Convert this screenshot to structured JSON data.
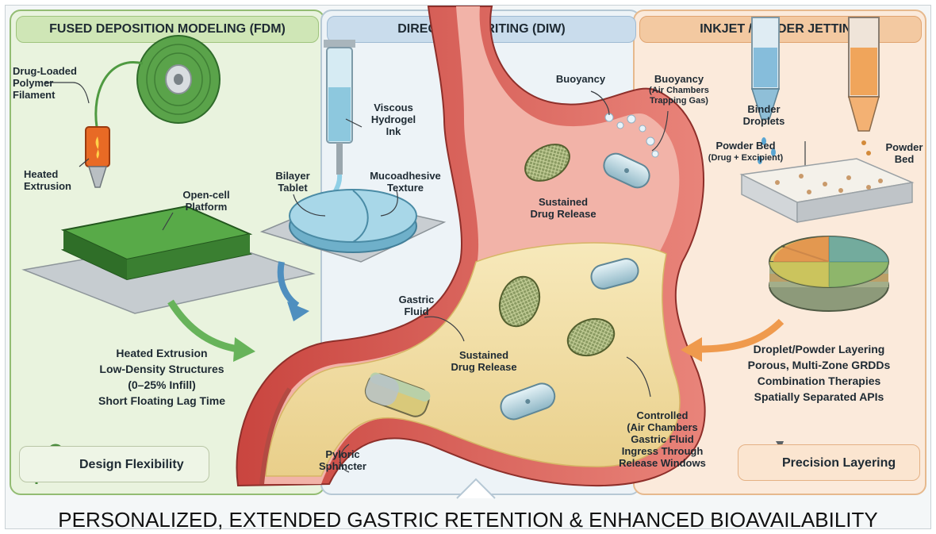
{
  "panels": {
    "fdm": {
      "title": "FUSED DEPOSITION MODELING (FDM)",
      "labels": {
        "filament": "Drug-Loaded\nPolymer\nFilament",
        "heated_extrusion": "Heated\nExtrusion",
        "platform": "Open-cell\nPlatform"
      },
      "features": [
        "Heated Extrusion",
        "Low-Density Structures",
        "(0–25% Infill)",
        "Short Floating Lag Time"
      ],
      "badge": "Design Flexibility"
    },
    "diw": {
      "title": "DIRECT INK WRITING (DIW)",
      "labels": {
        "ink": "Viscous\nHydrogel\nInk",
        "bilayer": "Bilayer\nTablet",
        "mucoadhesive": "Mucoadhesive\nTexture"
      }
    },
    "inkjet": {
      "title": "INKJET / BINDER JETTING",
      "labels": {
        "binder": "Binder\nDroplets",
        "powder_bed_left": "Powder Bed",
        "powder_bed_sub": "(Drug + Excipient)",
        "powder_bed_right": "Powder\nBed"
      },
      "features": [
        "Droplet/Powder Layering",
        "Porous, Multi-Zone GRDDs",
        "Combination Therapies",
        "Spatially Separated APIs"
      ],
      "badge": "Precision Layering"
    }
  },
  "stomach": {
    "buoyancy_top": "Buoyancy",
    "buoyancy_detail_title": "Buoyancy",
    "buoyancy_detail": "(Air Chambers\nTrapping Gas)",
    "sustained_upper": "Sustained\nDrug Release",
    "gastric_fluid": "Gastric\nFluid",
    "sustained_lower": "Sustained\nDrug Release",
    "pyloric": "Pyloric\nSphincter",
    "controlled": "Controlled\n(Air Chambers\nGastric Fluid\nIngress Through\nRelease Windows"
  },
  "footer": "PERSONALIZED, EXTENDED GASTRIC RETENTION & ENHANCED BIOAVAILABILITY",
  "colors": {
    "fdm_accent": "#93bc73",
    "diw_accent": "#9fbbd3",
    "inkjet_accent": "#e6a46c",
    "stomach_wall": "#d9605a",
    "gastric_fluid": "#f0dca0"
  }
}
